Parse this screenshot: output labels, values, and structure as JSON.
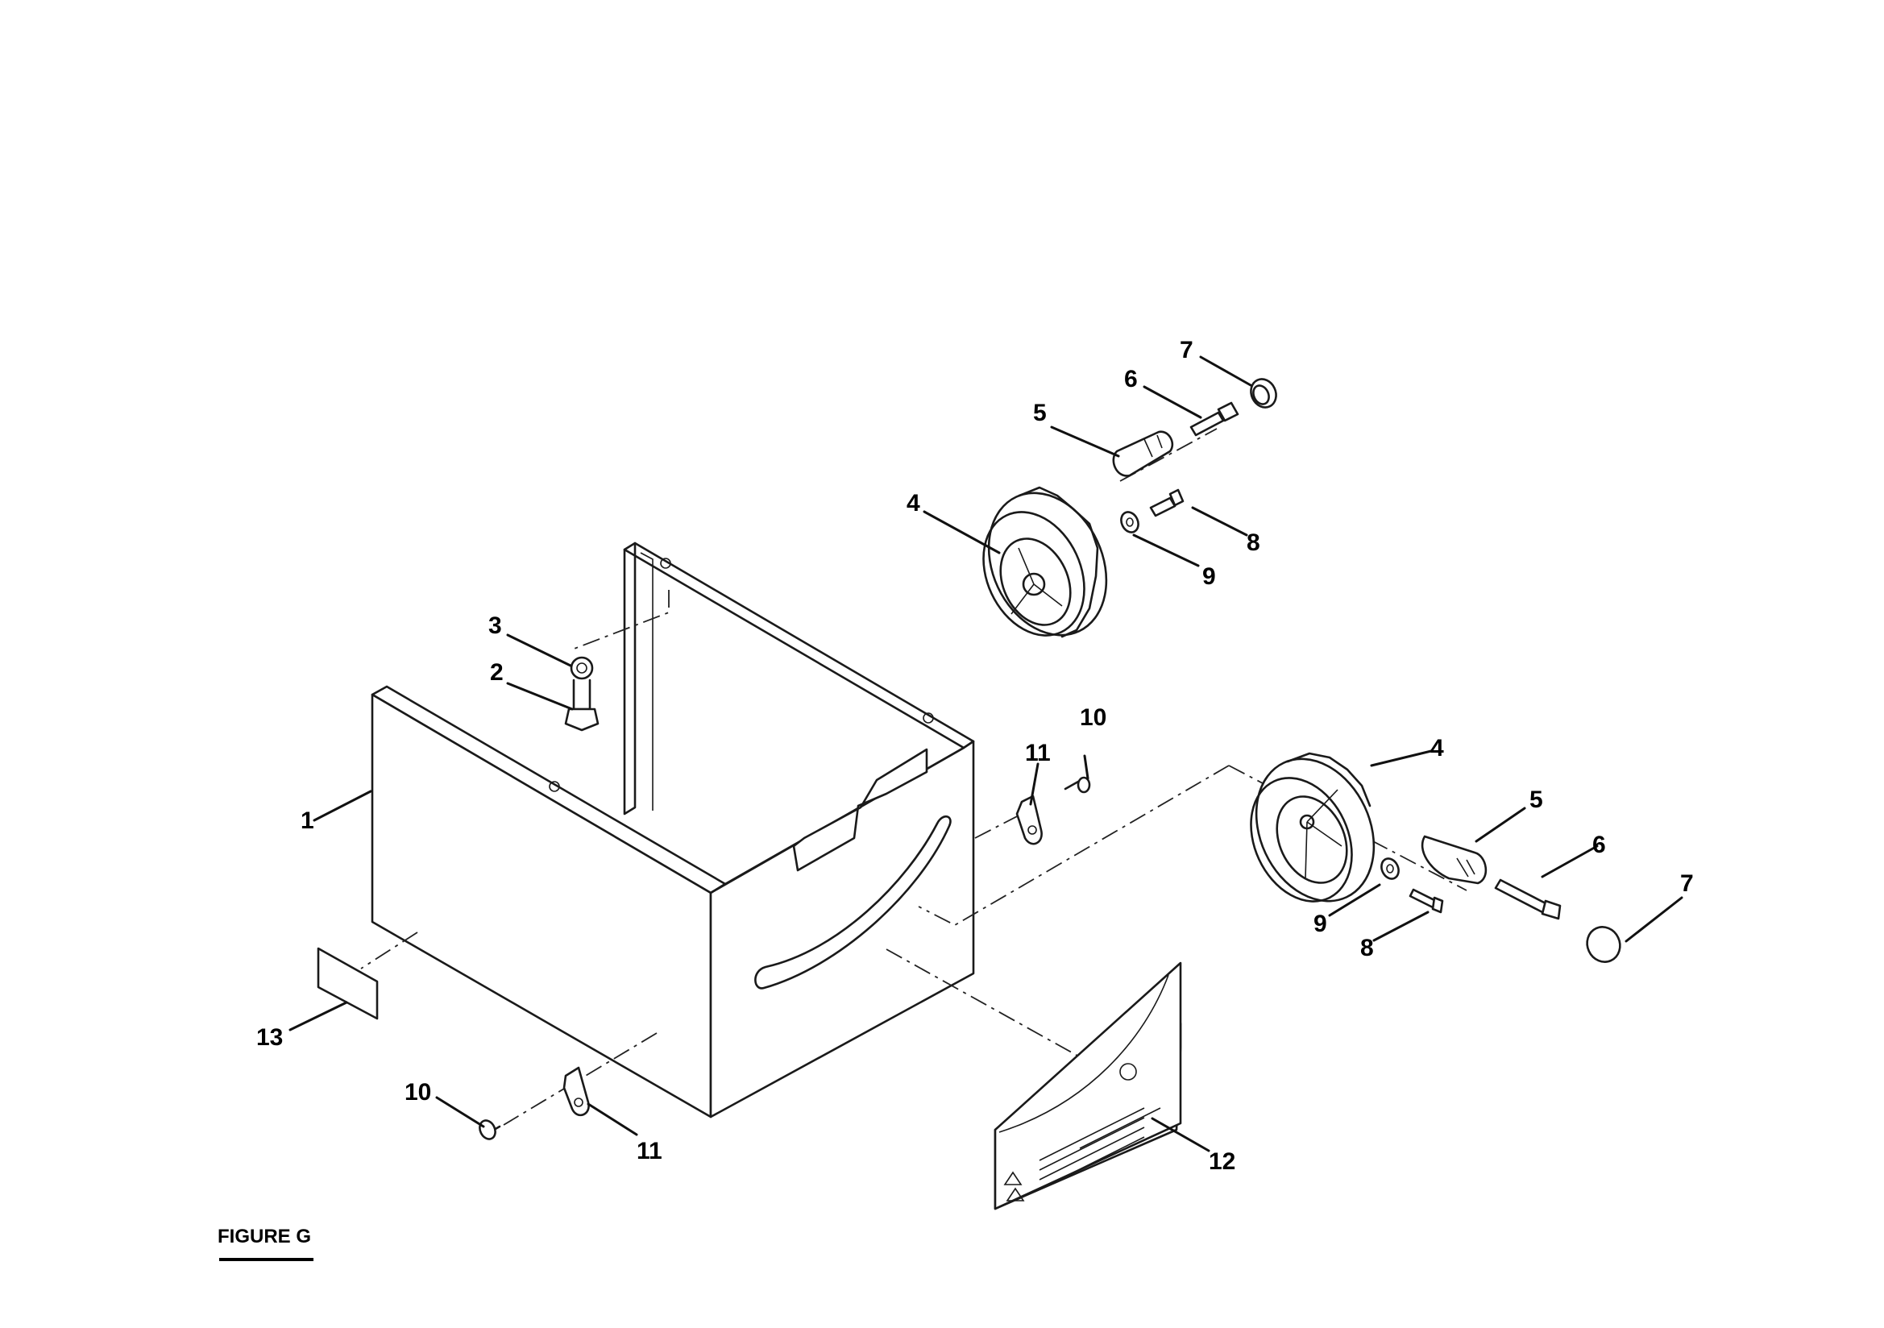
{
  "figure": {
    "label": "FIGURE G"
  },
  "callouts": {
    "c1": "1",
    "c2": "2",
    "c3": "3",
    "c4a": "4",
    "c4b": "4",
    "c5a": "5",
    "c5b": "5",
    "c6a": "6",
    "c6b": "6",
    "c7a": "7",
    "c7b": "7",
    "c8a": "8",
    "c8b": "8",
    "c9a": "9",
    "c9b": "9",
    "c10a": "10",
    "c10b": "10",
    "c11a": "11",
    "c11b": "11",
    "c12": "12",
    "c13": "13"
  }
}
